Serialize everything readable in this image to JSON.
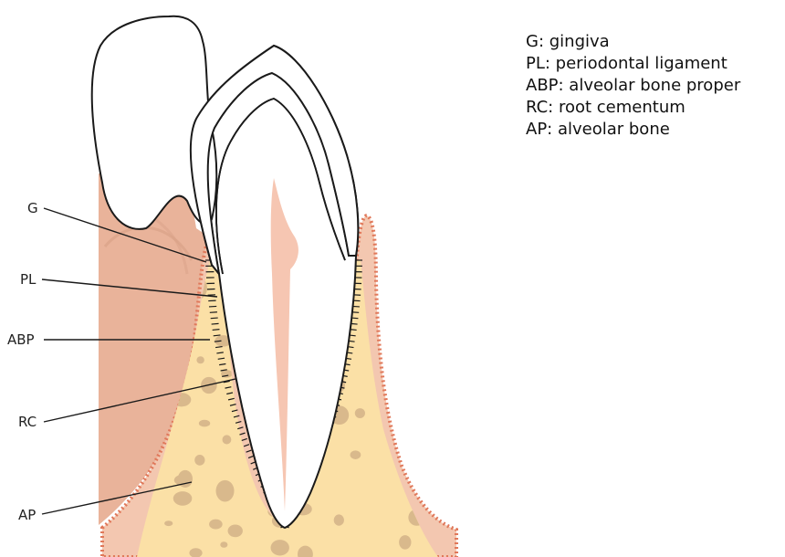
{
  "labels": {
    "g": "G",
    "pl": "PL",
    "abp": "ABP",
    "rc": "RC",
    "ap": "AP"
  },
  "legend": [
    "G: gingiva",
    "PL: periodontal ligament",
    "ABP: alveolar bone proper",
    "RC: root cementum",
    "AP: alveolar bone"
  ],
  "colors": {
    "gingiva": "#f3c7b0",
    "gingiva_dark": "#e9b39a",
    "gingiva_edge": "#e0785a",
    "bone": "#fbe0a6",
    "trabecula": "#d9b98c",
    "pulp": "#f6c6b2",
    "outline": "#1a1a1a"
  }
}
